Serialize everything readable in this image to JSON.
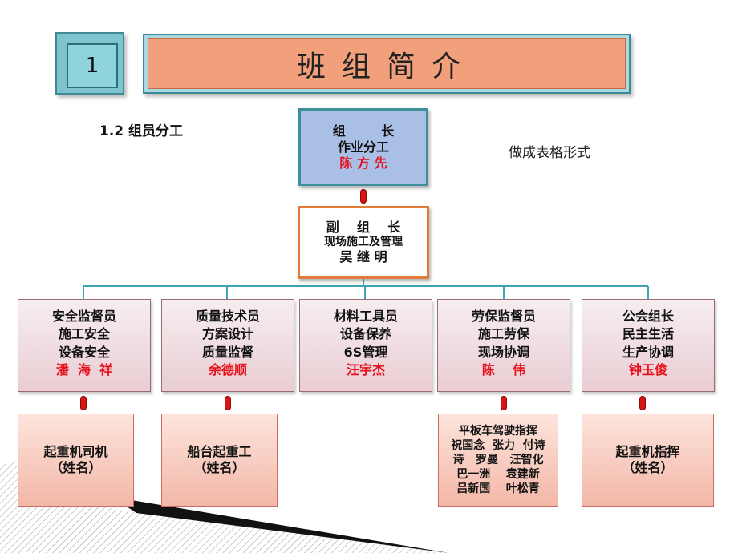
{
  "slide": {
    "number": "1",
    "title": "班组简介",
    "subtitle": "1.2 组员分工",
    "note": "做成表格形式"
  },
  "leader": {
    "role": "组        长",
    "duty": "作业分工",
    "name": "陈 方 先"
  },
  "deputy": {
    "role": "副    组    长",
    "duty": "现场施工及管理",
    "name": "吴 继 明"
  },
  "roles": [
    {
      "lines": [
        "安全监督员",
        "施工安全",
        "设备安全"
      ],
      "name": "潘  海  祥"
    },
    {
      "lines": [
        "质量技术员",
        "方案设计",
        "质量监督"
      ],
      "name": "余德顺"
    },
    {
      "lines": [
        "材料工具员",
        "设备保养",
        "6S管理"
      ],
      "name": "汪宇杰"
    },
    {
      "lines": [
        "劳保监督员",
        "施工劳保",
        "现场协调"
      ],
      "name": "陈    伟"
    },
    {
      "lines": [
        "公会组长",
        "民主生活",
        "生产协调"
      ],
      "name": "钟玉俊"
    }
  ],
  "subordinates": [
    {
      "lines": [
        "起重机司机",
        "（姓名）"
      ]
    },
    {
      "lines": [
        "船台起重工",
        "（姓名）"
      ]
    },
    {
      "lines": [
        "平板车驾驶指挥",
        "祝国念  张力  付诗",
        "诗   罗曼   汪智化",
        "巴一洲    袁建新",
        "吕新国    叶松青"
      ]
    },
    {
      "lines": [
        "起重机指挥",
        "（姓名）"
      ]
    }
  ],
  "colors": {
    "title_fill": "#f2a07b",
    "badge_fill": "#7fc3cf",
    "leader_fill": "#a9bfe6",
    "deputy_border": "#e07b3a",
    "connector": "#3fa3b5",
    "name_red": "#e8101a",
    "arrow_red": "#d81515"
  }
}
